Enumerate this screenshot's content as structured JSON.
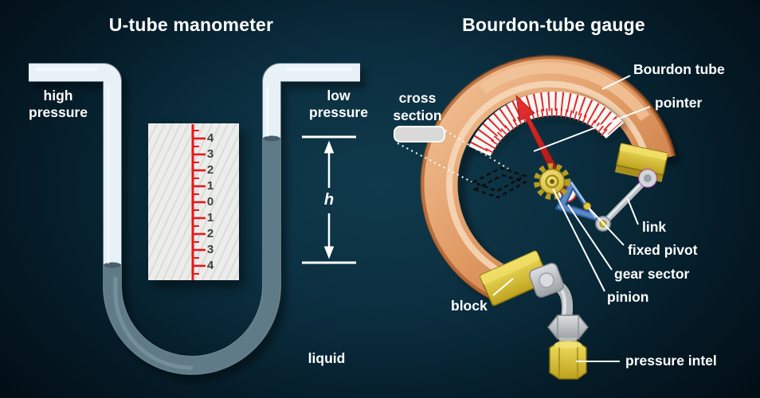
{
  "titles": {
    "left": "U-tube manometer",
    "right": "Bourdon-tube gauge"
  },
  "manometer": {
    "labels": {
      "high_pressure": "high pressure",
      "low_pressure": "low pressure",
      "liquid": "liquid",
      "height_symbol": "h"
    },
    "scale": {
      "values": [
        "4",
        "3",
        "2",
        "1",
        "0",
        "1",
        "2",
        "3",
        "4"
      ]
    }
  },
  "gauge": {
    "labels": {
      "cross_section": "cross section",
      "bourdon_tube": "Bourdon tube",
      "pointer": "pointer",
      "link": "link",
      "fixed_pivot": "fixed pivot",
      "gear_sector": "gear sector",
      "pinion": "pinion",
      "block": "block",
      "pressure_inlet": "pressure intel"
    }
  },
  "colors": {
    "background_center": "#0f3a4b",
    "background_edge": "#020d15",
    "tube_glass": "#e7f1f6",
    "liquid": "#5e7b87",
    "scale_red": "#e81717",
    "copper_light": "#f2c196",
    "copper_dark": "#bf6a33",
    "brass_yellow": "#e3cb3b",
    "pointer_red": "#d92121",
    "gear_sector_blue": "#5d87c4",
    "link_grey": "#b9bdc0",
    "label_white": "#ffffff"
  }
}
